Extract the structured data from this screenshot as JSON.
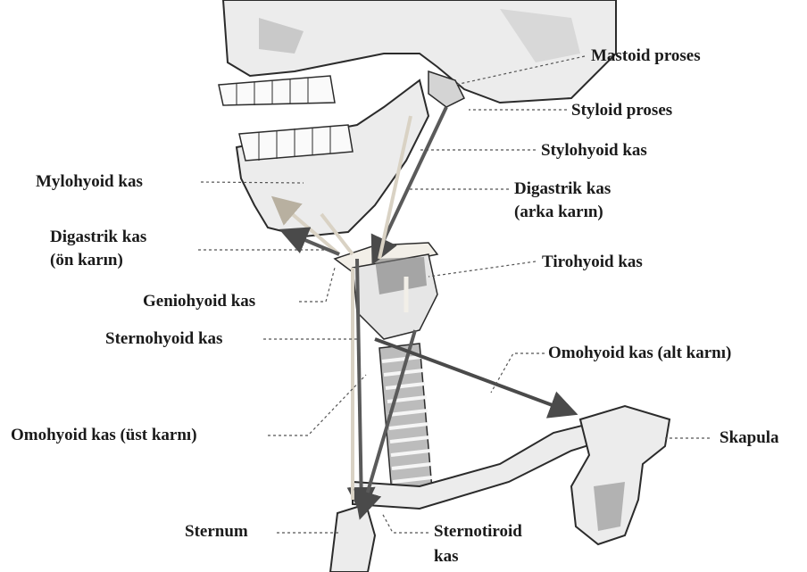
{
  "labels": {
    "mastoid": "Mastoid proses",
    "styloid": "Styloid proses",
    "stylohyoid": "Stylohyoid kas",
    "mylohyoid": "Mylohyoid kas",
    "digastrik_arka_1": "Digastrik kas",
    "digastrik_arka_2": "(arka karın)",
    "digastrik_on_1": "Digastrik kas",
    "digastrik_on_2": "(ön karın)",
    "tirohyoid": "Tirohyoid kas",
    "geniohyoid": "Geniohyoid kas",
    "sternohyoid": "Sternohyoid kas",
    "omohyoid_alt": "Omohyoid kas (alt karnı)",
    "omohyoid_ust": "Omohyoid kas (üst karnı)",
    "skapula": "Skapula",
    "sternum": "Sternum",
    "sternotiroid_1": "Sternotiroid",
    "sternotiroid_2": "kas"
  },
  "colors": {
    "bone_fill": "#ececec",
    "bone_shadow": "#c9c9c9",
    "outline": "#2b2b2b",
    "muscle_arrow": "#5a5a5a",
    "muscle_arrow_light": "#d9d2c4",
    "omohyoid_arrow": "#4a4a4a",
    "leader": "#555555"
  }
}
